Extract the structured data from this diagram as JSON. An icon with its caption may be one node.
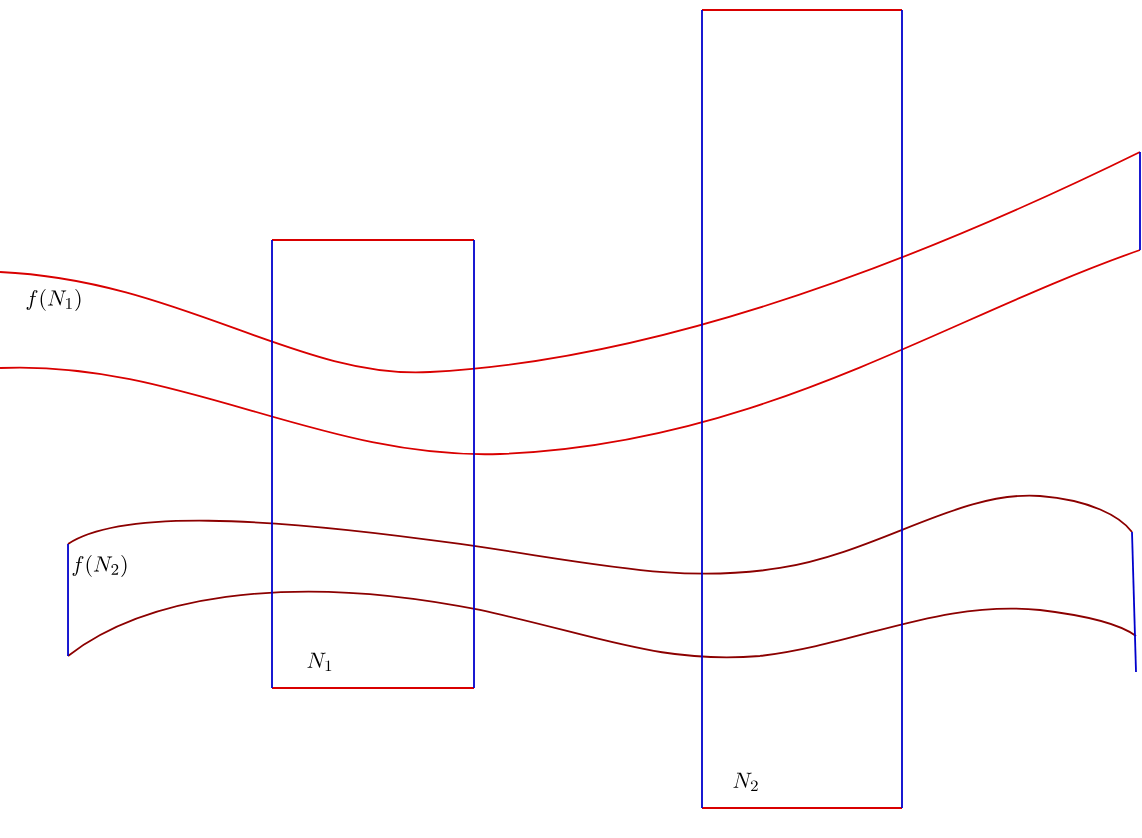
{
  "diagram": {
    "nodes": [
      {
        "text": [
          "f(N_1)"
        ]
      },
      {
        "text": [
          "f(N_2)"
        ]
      },
      {
        "text": [
          "N_1"
        ]
      },
      {
        "text": [
          "N_2"
        ]
      }
    ]
  }
}
